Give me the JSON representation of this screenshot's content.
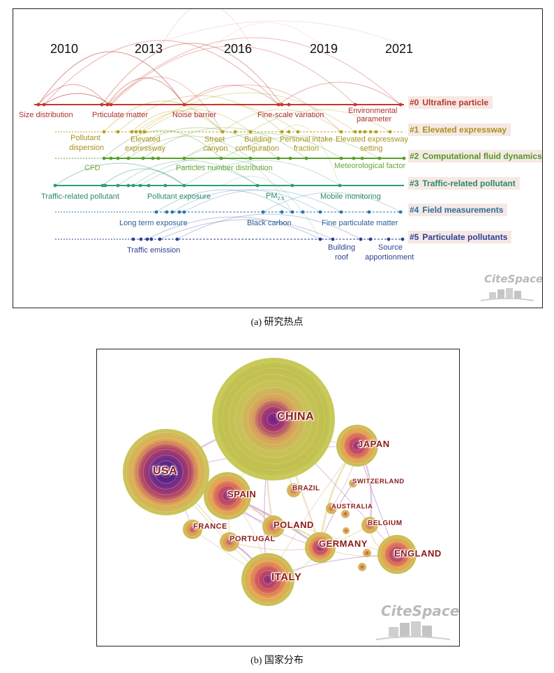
{
  "timeline": {
    "years": [
      "2010",
      "2013",
      "2016",
      "2019",
      "2021"
    ],
    "clusters": [
      {
        "id": "#0",
        "label": "Ultrafine particle",
        "color": "#c0392b"
      },
      {
        "id": "#1",
        "label": "Elevated expressway",
        "color": "#b5a21c"
      },
      {
        "id": "#2",
        "label": "Computational fluid dynamics",
        "color": "#5aa02c"
      },
      {
        "id": "#3",
        "label": "Traffic-related pollutant",
        "color": "#2e9e74"
      },
      {
        "id": "#4",
        "label": "Field measurements",
        "color": "#2a78a8"
      },
      {
        "id": "#5",
        "label": "Particulate pollutants",
        "color": "#2b3f95"
      }
    ],
    "terms": {
      "size_distribution": "Size distribution",
      "prticulate_matter": "Prticulate matter",
      "noise_barrier": "Noise barrier",
      "fine_scale_variation": "Fine-scale variation",
      "environmental": "Environmental",
      "parameter": "parameter",
      "pollutant": "Pollutant",
      "dispersion": "dispersion",
      "elevated": "Elevated",
      "expressway": "expressway",
      "street": "Street",
      "canyon": "canyon",
      "building": "Building",
      "configuration": "configuration",
      "personal_intake": "Personal intake",
      "fraction": "fraction",
      "elevated_expressway": "Elevated expressway",
      "setting": "setting",
      "cfd": "CFD",
      "particles_number_distribution": "Particles number distribution",
      "meteorological_factor": "Meteorological factor",
      "traffic_related_pollutant": "Traffic-related pollutant",
      "pollutant_exposure": "Pollutant exposure",
      "pm_base": "PM",
      "pm_sub": "2.5",
      "mobile_monitoring": "Mobile monitoring",
      "long_term_exposure": "Long term exposure",
      "black_carbon": "Black carbon",
      "fine_particulate_matter": "Fine particulate matter",
      "traffic_emission": "Traffic emission",
      "building2": "Building",
      "roof": "roof",
      "source": "Source",
      "apportionment": "apportionment"
    },
    "watermark": "CiteSpace"
  },
  "caption_a": "(a) 研究热点",
  "countries": {
    "china": "CHINA",
    "japan": "JAPAN",
    "usa": "USA",
    "switzerland": "SWITZERLAND",
    "spain": "SPAIN",
    "brazil": "BRAZIL",
    "australia": "AUSTRALIA",
    "france": "FRANCE",
    "poland": "POLAND",
    "belgium": "BELGIUM",
    "portugal": "PORTUGAL",
    "germany": "GERMANY",
    "england": "ENGLAND",
    "italy": "ITALY",
    "watermark": "CiteSpace"
  },
  "caption_b": "(b) 国家分布"
}
